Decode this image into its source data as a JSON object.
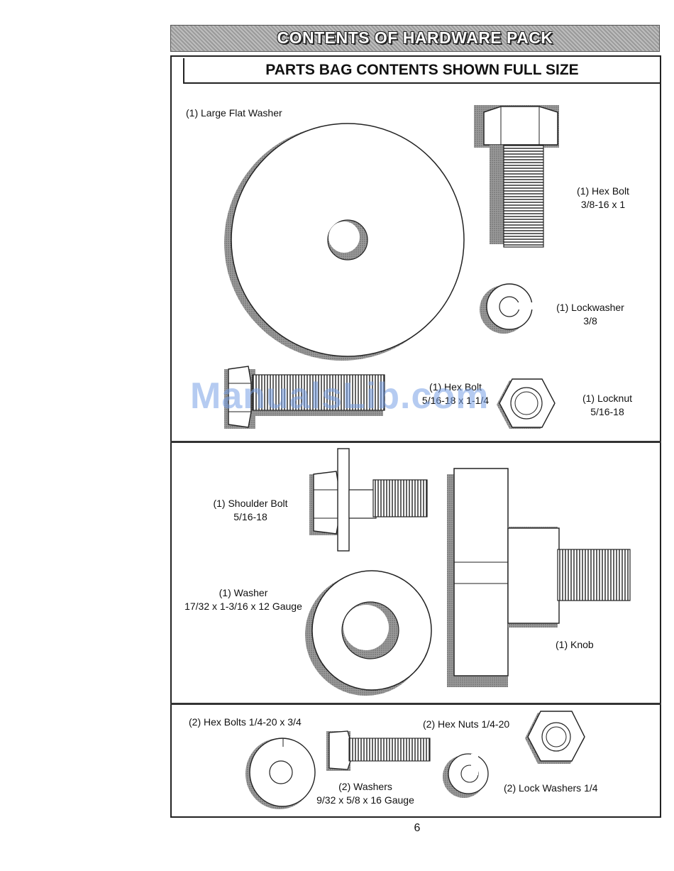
{
  "header": {
    "title": "CONTENTS OF HARDWARE PACK",
    "subtitle": "PARTS BAG CONTENTS SHOWN FULL SIZE"
  },
  "parts": {
    "large_flat_washer": "(1) Large Flat Washer",
    "hex_bolt_38": {
      "name": "(1) Hex Bolt",
      "size": "3/8-16 x 1"
    },
    "lockwasher_38": {
      "name": "(1) Lockwasher",
      "size": "3/8"
    },
    "hex_bolt_516": {
      "name": "(1) Hex Bolt",
      "size": "5/16-18 x 1-1/4"
    },
    "locknut": {
      "name": "(1) Locknut",
      "size": "5/16-18"
    },
    "shoulder_bolt": {
      "name": "(1) Shoulder Bolt",
      "size": "5/16-18"
    },
    "washer": {
      "name": "(1) Washer",
      "size": "17/32 x 1-3/16 x 12 Gauge"
    },
    "knob": "(1) Knob",
    "hex_bolts_14": "(2) Hex Bolts 1/4-20 x 3/4",
    "hex_nuts_14": "(2) Hex Nuts 1/4-20",
    "washers_2": {
      "name": "(2) Washers",
      "size": "9/32 x 5/8 x 16 Gauge"
    },
    "lock_washers_14": "(2) Lock Washers 1/4"
  },
  "watermark": "ManualsLib.com",
  "page_number": "6"
}
